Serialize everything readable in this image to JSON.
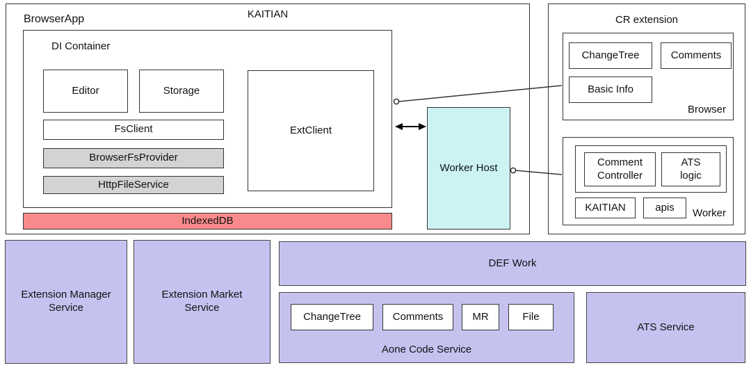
{
  "colors": {
    "purple": "#C6C2F0",
    "cyan": "#CCF2F4",
    "red": "#F98A8B",
    "gray": "#D3D3D3",
    "border": "#333333"
  },
  "kaitian": {
    "title": "KAITIAN",
    "browser_app_label": "BrowserApp",
    "indexed_db": "IndexedDB",
    "worker_host": "Worker Host",
    "di_container": {
      "label": "DI Container",
      "editor": "Editor",
      "storage": "Storage",
      "fs_client": "FsClient",
      "browser_fs_provider": "BrowserFsProvider",
      "http_file_service": "HttpFileService",
      "ext_client": "ExtClient"
    }
  },
  "cr_extension": {
    "title": "CR extension",
    "browser": {
      "label": "Browser",
      "change_tree": "ChangeTree",
      "comments": "Comments",
      "basic_info": "Basic Info"
    },
    "worker": {
      "label": "Worker",
      "comment_controller": "Comment Controller",
      "ats_logic": "ATS logic",
      "kaitian": "KAITIAN",
      "apis": "apis"
    }
  },
  "services": {
    "extension_manager": "Extension Manager Service",
    "extension_market": "Extension Market Service",
    "def_work": "DEF Work",
    "aone_code": {
      "label": "Aone Code Service",
      "modules": [
        "ChangeTree",
        "Comments",
        "MR",
        "File"
      ]
    },
    "ats": "ATS Service"
  }
}
